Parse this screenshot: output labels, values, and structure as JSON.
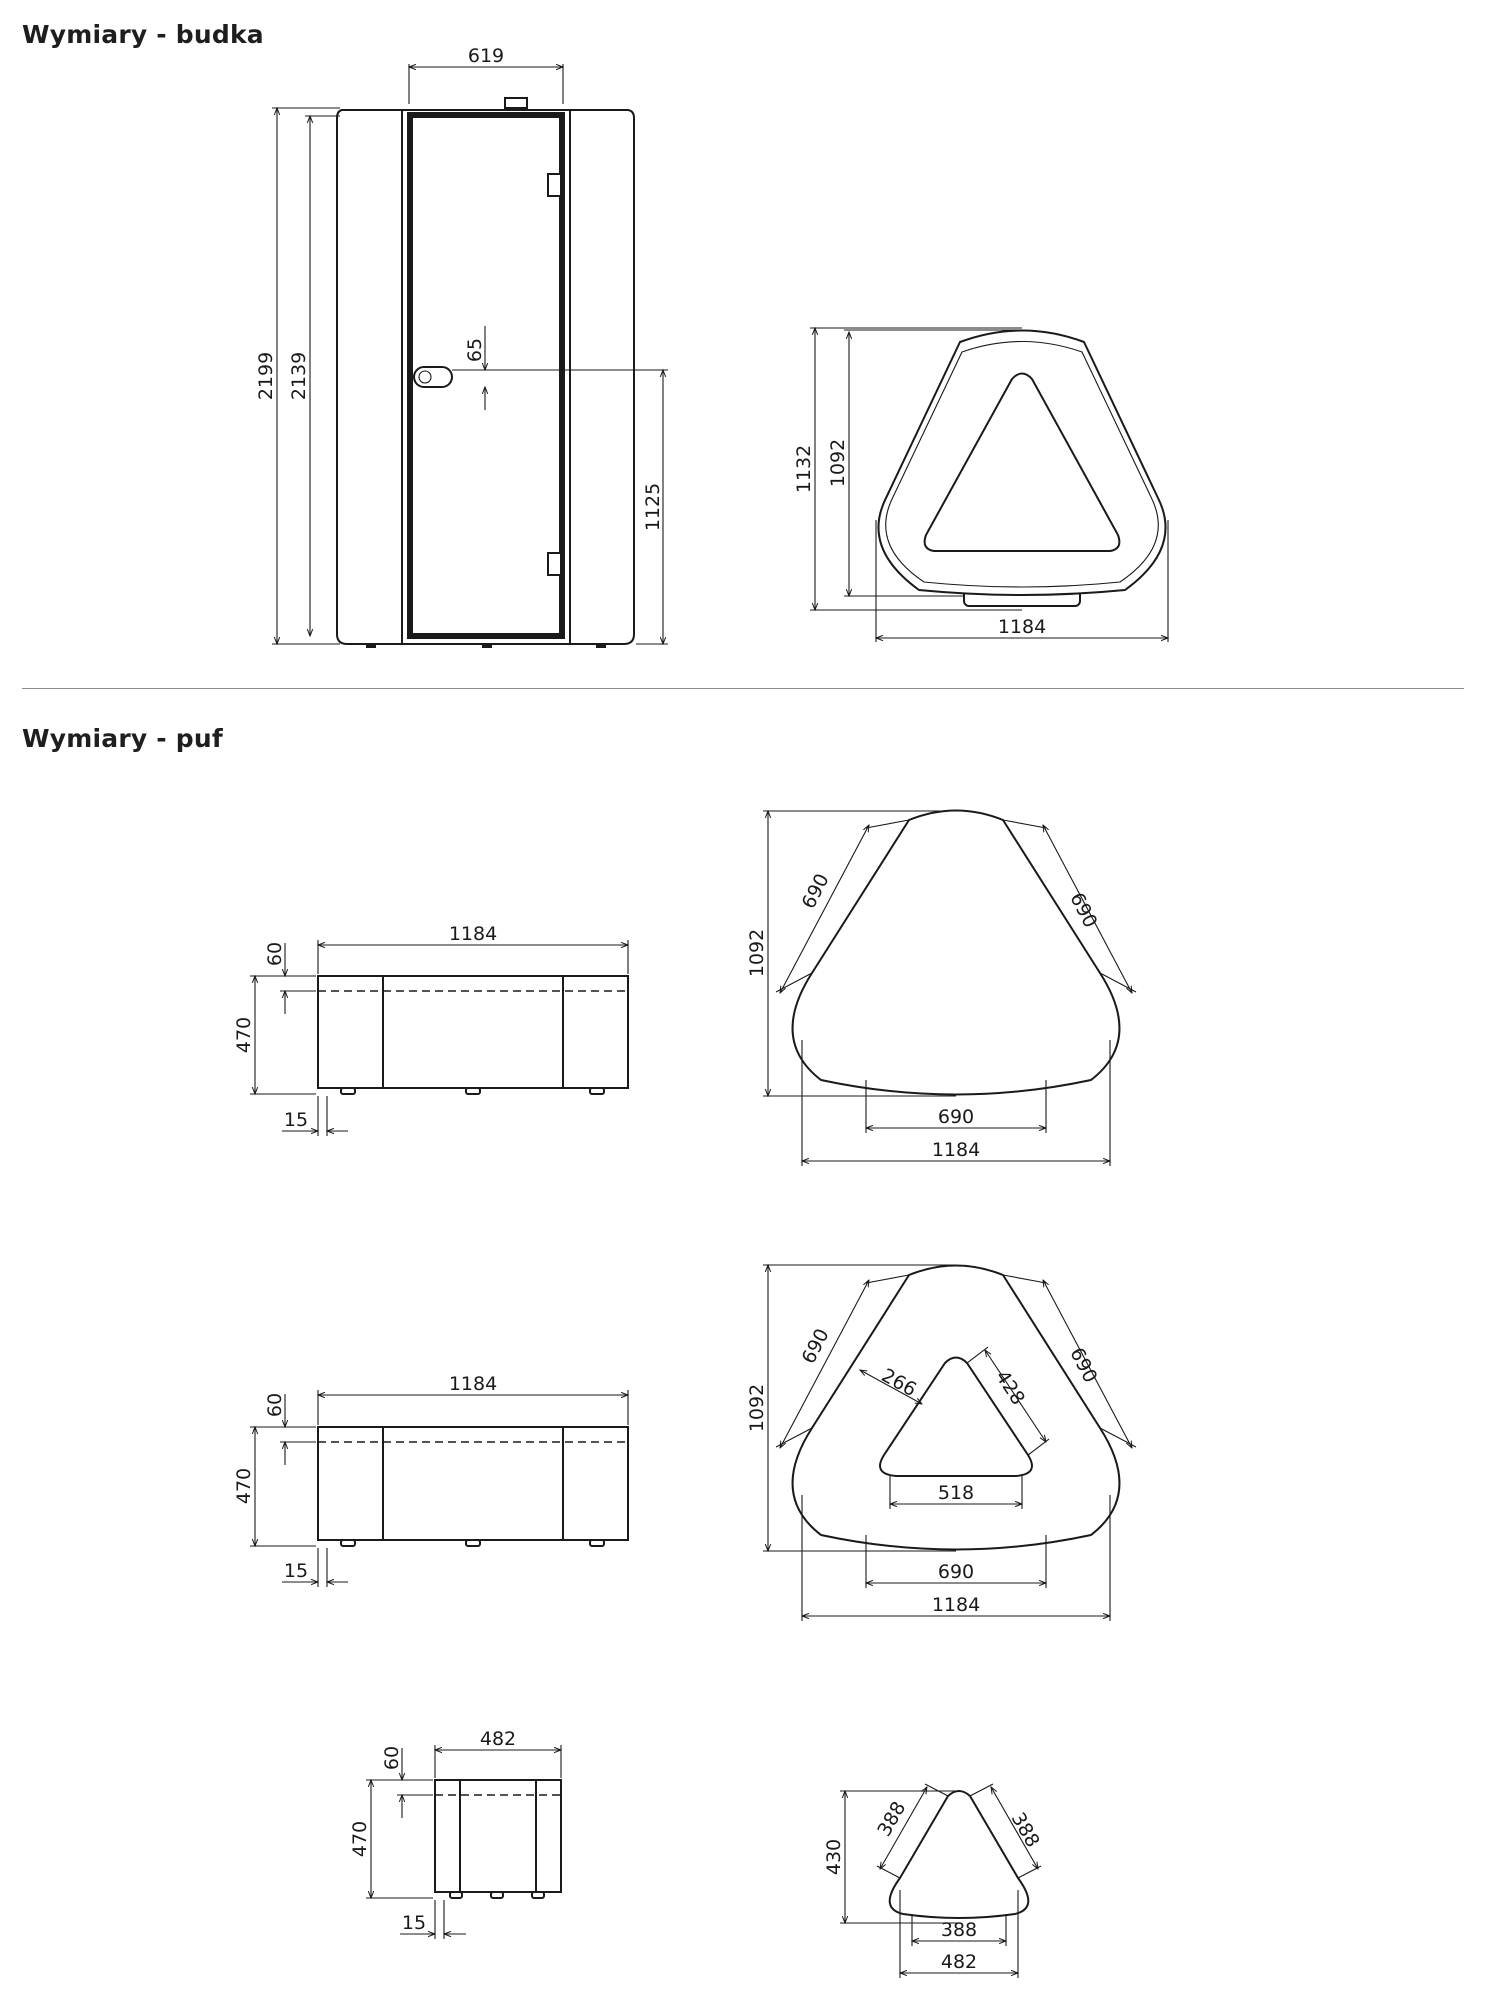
{
  "sections": {
    "booth": {
      "title": "Wymiary - budka"
    },
    "pouf": {
      "title": "Wymiary - puf"
    }
  },
  "booth": {
    "front": {
      "width": "619",
      "height_total": "2199",
      "height_body": "2139",
      "handle_offset": "65",
      "handle_height": "1125"
    },
    "top": {
      "depth": "1132",
      "depth_inner": "1092",
      "width": "1184"
    }
  },
  "pouf_large": {
    "side": {
      "width": "1184",
      "top": "60",
      "height": "470",
      "foot": "15"
    },
    "top": {
      "height": "1092",
      "side_left": "690",
      "side_right": "690",
      "base_flat": "690",
      "width": "1184"
    }
  },
  "pouf_ring": {
    "side": {
      "width": "1184",
      "top": "60",
      "height": "470",
      "foot": "15"
    },
    "top": {
      "height": "1092",
      "side_left": "690",
      "side_right": "690",
      "ring": "266",
      "inner_side": "428",
      "inner_base": "518",
      "base_flat": "690",
      "width": "1184"
    }
  },
  "pouf_small": {
    "side": {
      "width": "482",
      "top": "60",
      "height": "470",
      "foot": "15"
    },
    "top": {
      "height": "430",
      "side_left": "388",
      "side_right": "388",
      "base_flat": "388",
      "width": "482"
    }
  }
}
